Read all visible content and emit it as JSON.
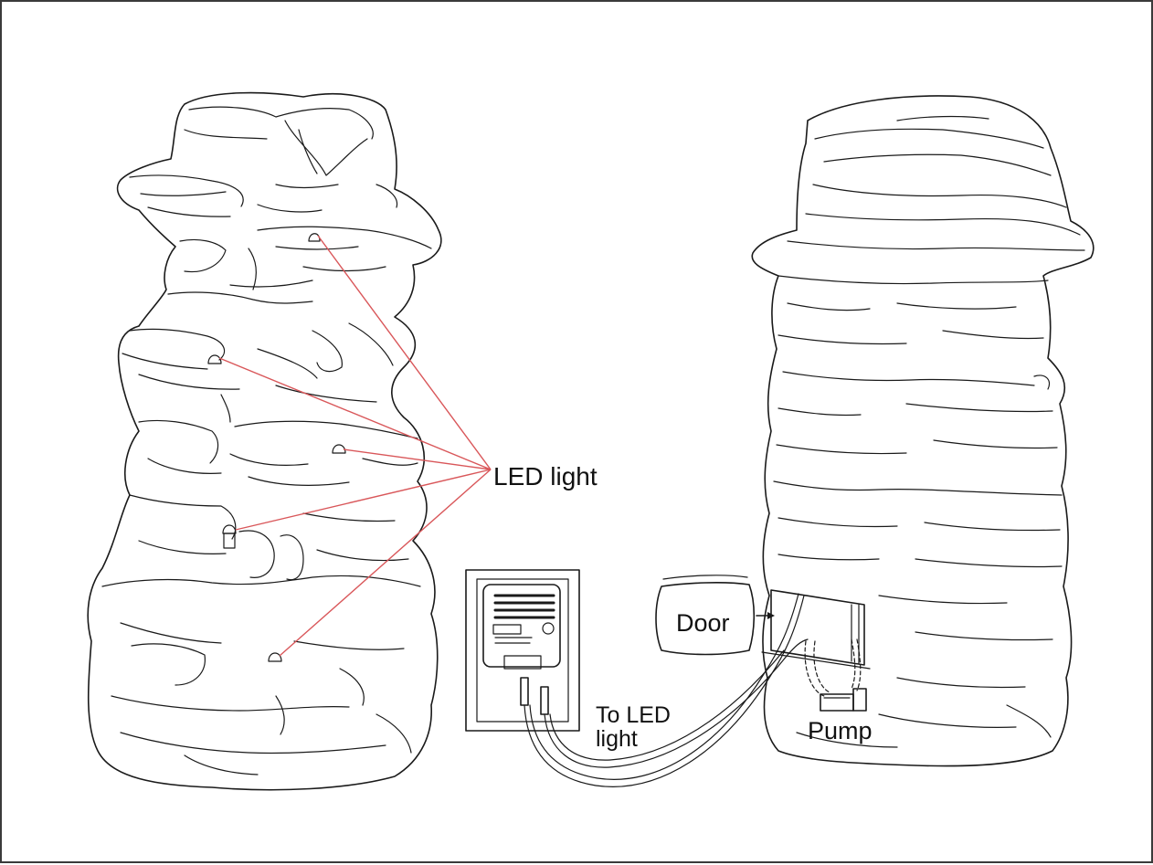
{
  "diagram": {
    "labels": {
      "led_light": "LED light",
      "door": "Door",
      "pump": "Pump",
      "to_led_light": "To LED light"
    },
    "colors": {
      "pointer": "#d9575a",
      "line": "#1a1a1a",
      "background": "#ffffff"
    },
    "icons": [
      "rock-fountain-left",
      "rock-fountain-right",
      "transformer-box",
      "pump-icon",
      "led-bulb-icon"
    ]
  }
}
